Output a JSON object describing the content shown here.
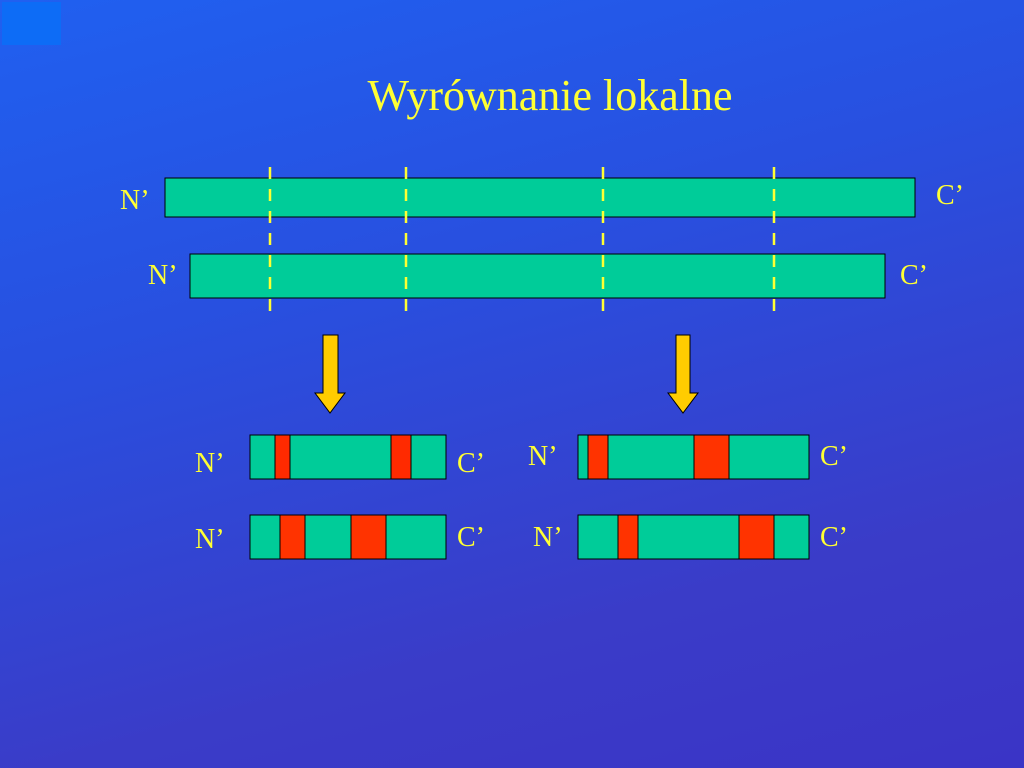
{
  "title": "Wyrównanie lokalne",
  "colors": {
    "background": "#2b4fe0",
    "sequence_fill": "#00cc99",
    "match_region": "#ff3300",
    "guide_line": "#ffff33",
    "arrow": "#ffcc00",
    "text": "#ffff33"
  },
  "labels": {
    "n_terminus": "N’",
    "c_terminus": "C’"
  },
  "full_alignment": {
    "sequences": [
      {
        "name": "sequence-1"
      },
      {
        "name": "sequence-2"
      }
    ],
    "guide_lines": 4
  },
  "local_alignments": [
    {
      "name": "local-alignment-left",
      "sequences": [
        {
          "name": "left-sequence-1"
        },
        {
          "name": "left-sequence-2"
        }
      ]
    },
    {
      "name": "local-alignment-right",
      "sequences": [
        {
          "name": "right-sequence-1"
        },
        {
          "name": "right-sequence-2"
        }
      ]
    }
  ]
}
